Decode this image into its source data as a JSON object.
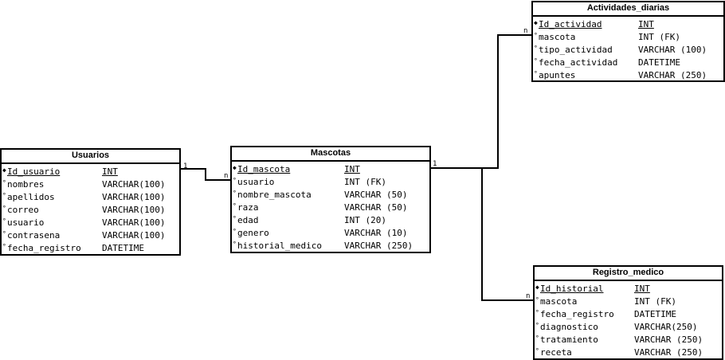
{
  "entities": [
    {
      "id": "usuarios",
      "title": "Usuarios",
      "fields": [
        {
          "marker": "◆",
          "name": "Id_usuario",
          "type": "INT",
          "pk": true
        },
        {
          "marker": "°",
          "name": "nombres",
          "type": "VARCHAR(100)"
        },
        {
          "marker": "°",
          "name": "apellidos",
          "type": "VARCHAR(100)"
        },
        {
          "marker": "°",
          "name": "correo",
          "type": "VARCHAR(100)"
        },
        {
          "marker": "°",
          "name": "usuario",
          "type": "VARCHAR(100)"
        },
        {
          "marker": "°",
          "name": "contrasena",
          "type": "VARCHAR(100)"
        },
        {
          "marker": "°",
          "name": "fecha_registro",
          "type": "DATETIME"
        }
      ]
    },
    {
      "id": "mascotas",
      "title": "Mascotas",
      "fields": [
        {
          "marker": "◆",
          "name": "Id_mascota",
          "type": "INT",
          "pk": true
        },
        {
          "marker": "°",
          "name": "usuario",
          "type": "INT (FK)"
        },
        {
          "marker": "°",
          "name": "nombre_mascota",
          "type": "VARCHAR (50)"
        },
        {
          "marker": "°",
          "name": "raza",
          "type": "VARCHAR (50)"
        },
        {
          "marker": "°",
          "name": "edad",
          "type": "INT (20)"
        },
        {
          "marker": "°",
          "name": "genero",
          "type": "VARCHAR (10)"
        },
        {
          "marker": "°",
          "name": "historial_medico",
          "type": "VARCHAR (250)"
        }
      ]
    },
    {
      "id": "actividades",
      "title": "Actividades_diarias",
      "fields": [
        {
          "marker": "◆",
          "name": "Id_actividad",
          "type": "INT",
          "pk": true
        },
        {
          "marker": "°",
          "name": "mascota",
          "type": "INT (FK)"
        },
        {
          "marker": "°",
          "name": "tipo_actividad",
          "type": "VARCHAR (100)"
        },
        {
          "marker": "°",
          "name": "fecha_actividad",
          "type": "DATETIME"
        },
        {
          "marker": "°",
          "name": "apuntes",
          "type": "VARCHAR (250)"
        }
      ]
    },
    {
      "id": "registro",
      "title": "Registro_medico",
      "fields": [
        {
          "marker": "◆",
          "name": "Id_historial",
          "type": "INT",
          "pk": true
        },
        {
          "marker": "°",
          "name": "mascota",
          "type": "INT (FK)"
        },
        {
          "marker": "°",
          "name": "fecha_registro",
          "type": "DATETIME"
        },
        {
          "marker": "°",
          "name": "diagnostico",
          "type": "VARCHAR(250)"
        },
        {
          "marker": "°",
          "name": "tratamiento",
          "type": "VARCHAR (250)"
        },
        {
          "marker": "°",
          "name": "receta",
          "type": "VARCHAR (250)"
        }
      ]
    }
  ],
  "relationships": [
    {
      "from": "usuarios",
      "to": "mascotas",
      "from_card": "1",
      "to_card": "n"
    },
    {
      "from": "mascotas",
      "to": "actividades",
      "from_card": "1",
      "to_card": "n"
    },
    {
      "from": "mascotas",
      "to": "registro",
      "from_card": "1",
      "to_card": "n"
    }
  ]
}
